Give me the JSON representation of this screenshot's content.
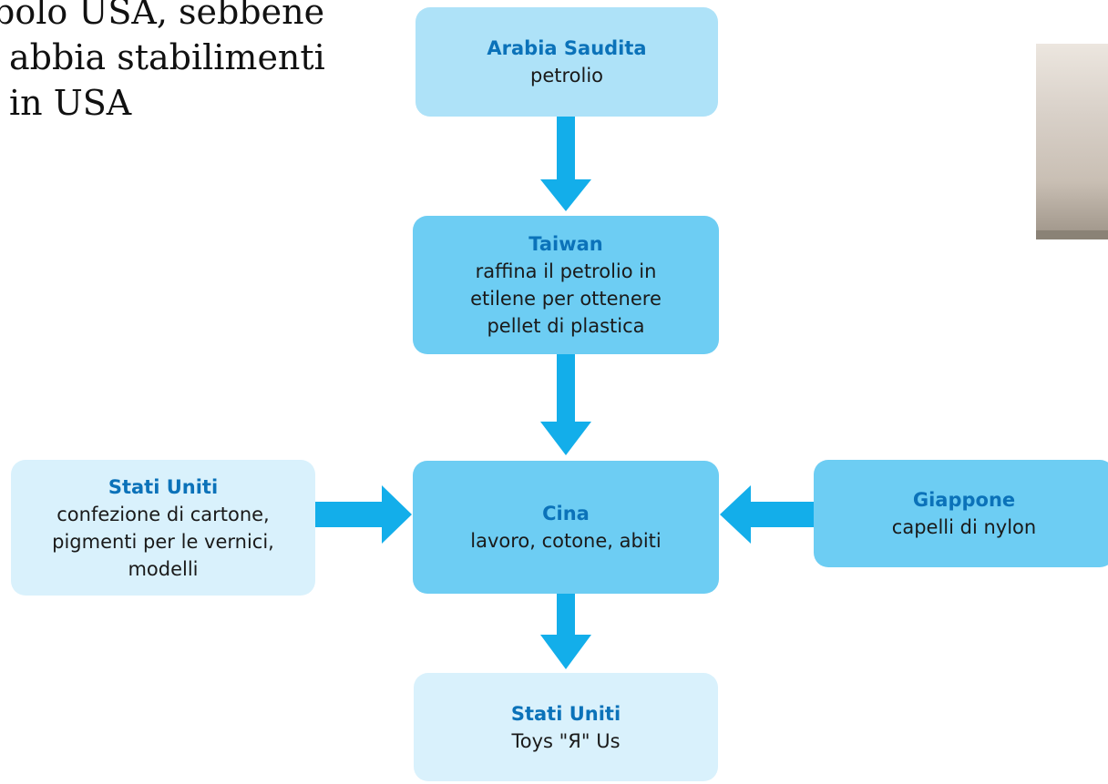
{
  "slide_text": {
    "line1": "bolo USA, sebbene",
    "line2": "abbia stabilimenti",
    "line3": "in USA"
  },
  "boxes": {
    "saudi": {
      "name": "Arabia Saudita",
      "desc": "petrolio"
    },
    "taiwan": {
      "name": "Taiwan",
      "desc": "raffina il petrolio in\netilene per ottenere\npellet di plastica"
    },
    "cina": {
      "name": "Cina",
      "desc": "lavoro, cotone, abiti"
    },
    "usa_left": {
      "name": "Stati Uniti",
      "desc": "confezione di cartone,\npigmenti per le vernici,\nmodelli"
    },
    "giappone": {
      "name": "Giappone",
      "desc": "capelli di nylon"
    },
    "usa_bottom": {
      "name": "Stati Uniti",
      "desc": "Toys \"Я\" Us"
    }
  },
  "colors": {
    "arrow": "#13aeea",
    "name_text": "#0b72b9"
  }
}
